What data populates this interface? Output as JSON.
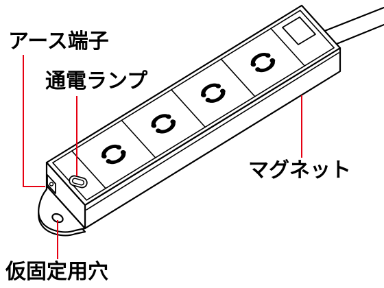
{
  "labels": {
    "earth_terminal": "アース端子",
    "power_lamp": "通電ランプ",
    "magnet": "マグネット",
    "mounting_hole": "仮固定用穴"
  },
  "colors": {
    "callout": "#e60012",
    "outline": "#000000",
    "background": "#ffffff"
  }
}
